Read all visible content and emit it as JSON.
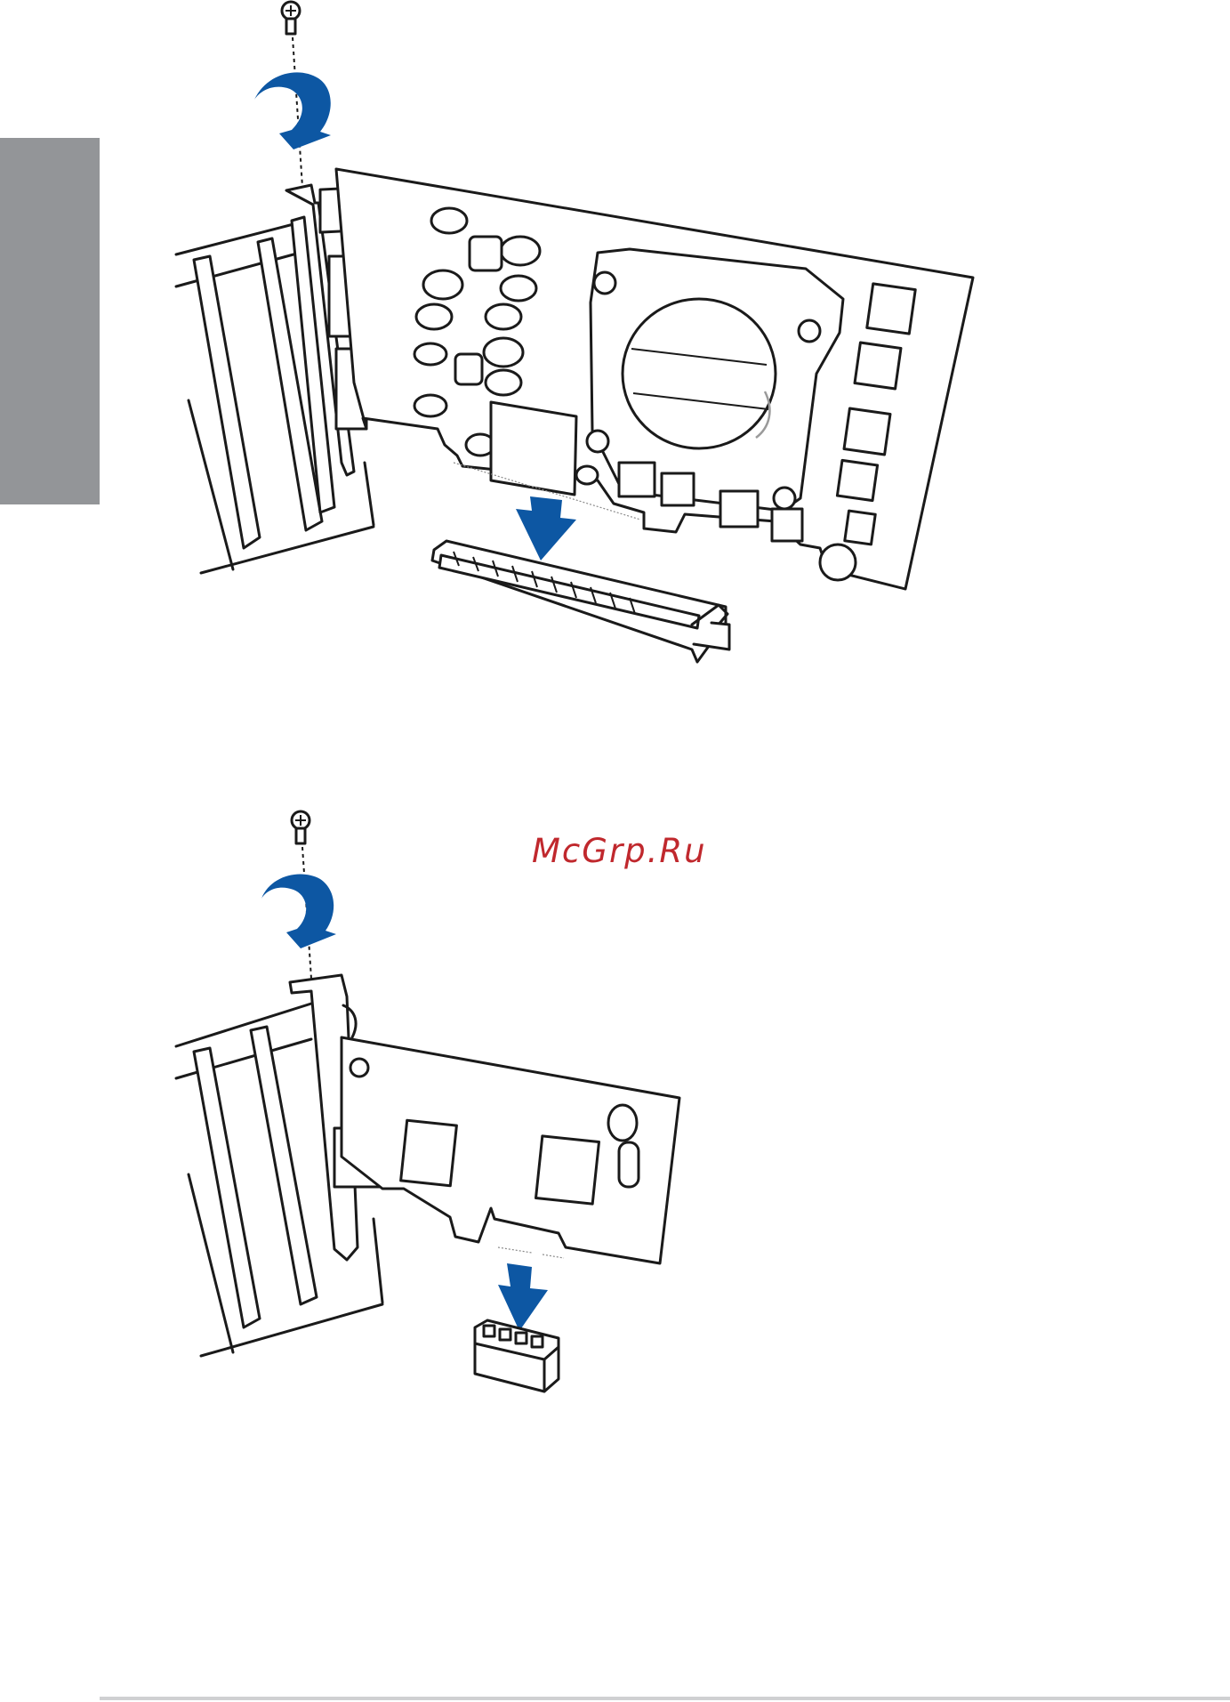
{
  "watermark": {
    "text": "McGrp.Ru",
    "color": "#c0282d"
  },
  "side_tab": {
    "color": "#939598"
  },
  "figures": [
    {
      "name": "pcie-x16-graphics-card-installation",
      "icons": [
        "screw-icon",
        "rotate-arrow-icon",
        "down-arrow-icon"
      ]
    },
    {
      "name": "pcie-x1-card-installation",
      "icons": [
        "screw-icon",
        "rotate-arrow-icon",
        "down-arrow-icon"
      ]
    }
  ],
  "accent_color": "#0d57a3"
}
